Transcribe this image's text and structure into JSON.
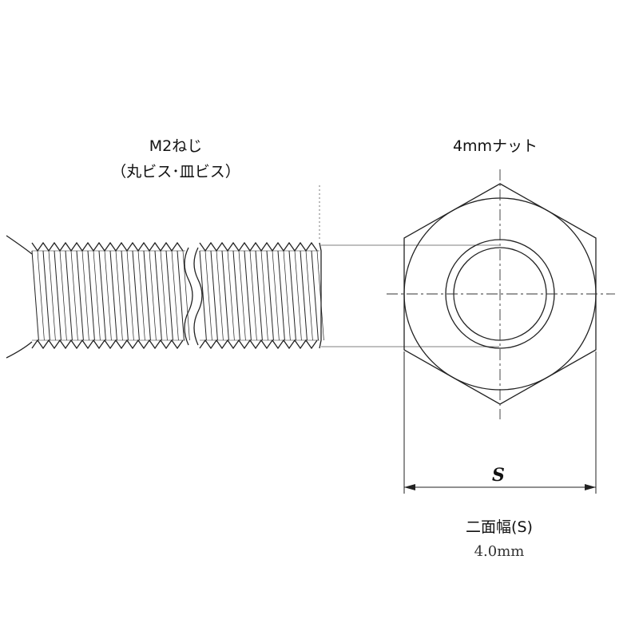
{
  "screw": {
    "title": "M2ねじ",
    "subtitle": "（丸ビス･皿ビス）"
  },
  "nut": {
    "title": "4mmナット"
  },
  "dimension": {
    "symbol": "S",
    "label": "二面幅(S)",
    "value": "4.0mm"
  },
  "colors": {
    "line": "#222222",
    "thin_line": "#555555",
    "background": "#ffffff"
  }
}
